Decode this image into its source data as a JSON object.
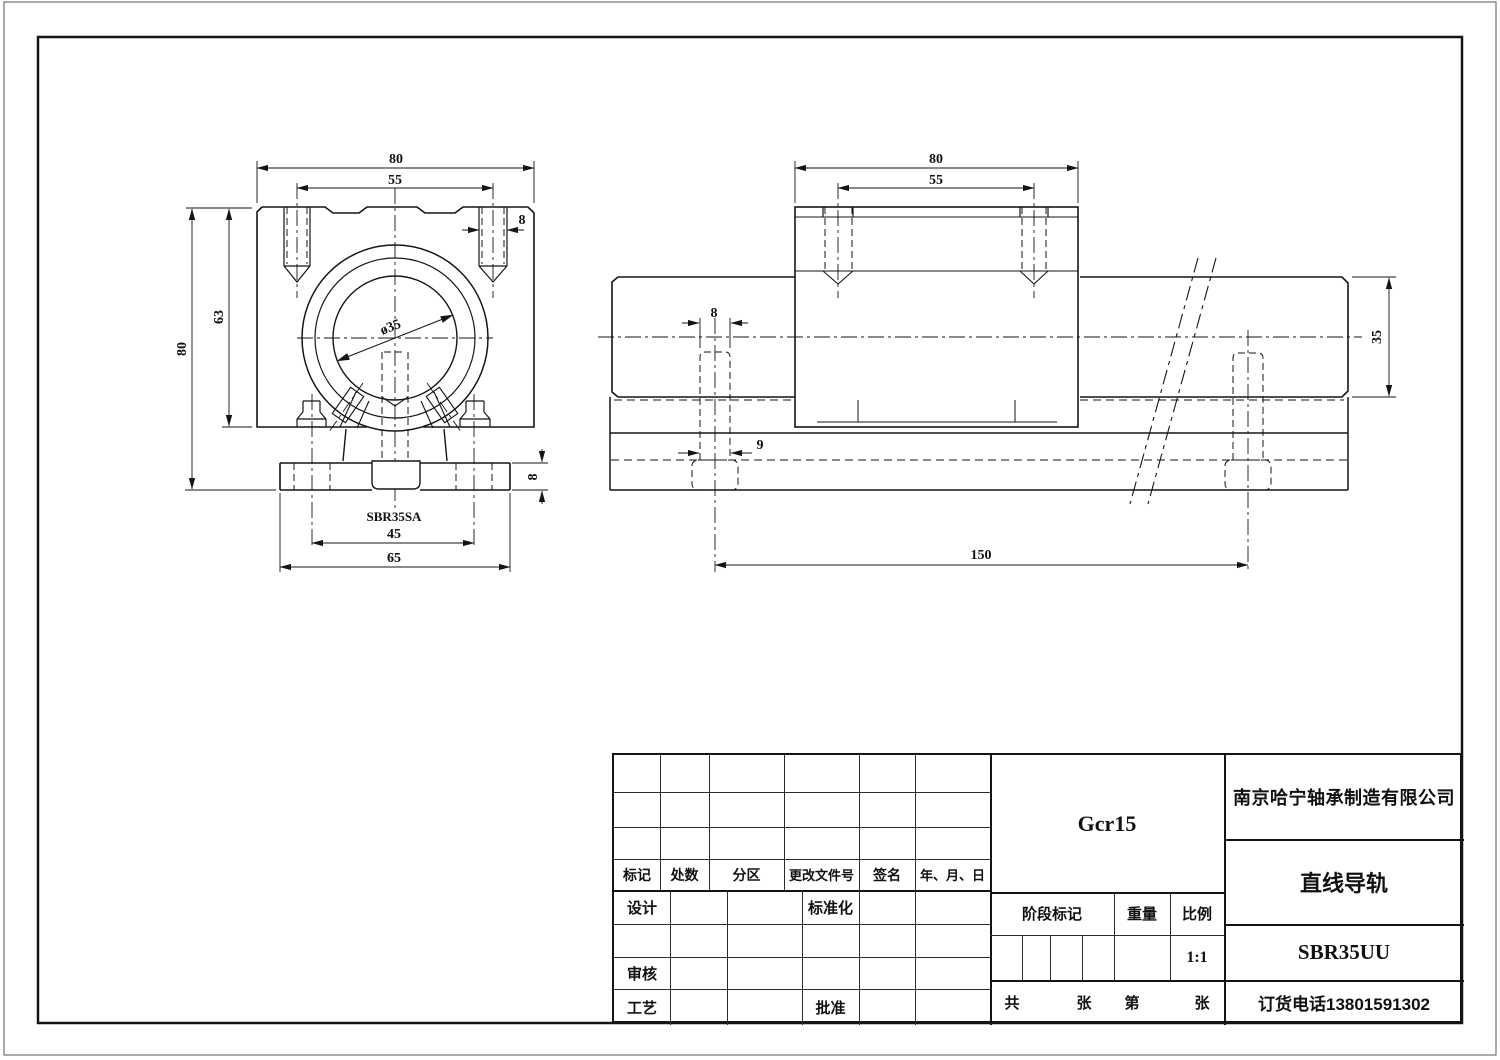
{
  "drawing": {
    "front_view": {
      "part_label": "SBR35SA",
      "dims": {
        "top_width": "80",
        "top_hole_span": "55",
        "top_hole_dia": "8",
        "inner_height": "63",
        "total_height": "80",
        "bore_dia": "ø35",
        "base_hole_span": "45",
        "base_width": "65",
        "base_height": "8"
      }
    },
    "side_view": {
      "dims": {
        "top_width": "80",
        "top_hole_span": "55",
        "rail_hole_dia": "8",
        "rail_counterbore": "9",
        "hole_pitch": "150",
        "shaft_dia": "35"
      }
    }
  },
  "title_block": {
    "company": "南京哈宁轴承制造有限公司",
    "product_name": "直线导轨",
    "model": "SBR35UU",
    "order_phone": "订货电话13801591302",
    "material": "Gcr15",
    "scale_value": "1:1",
    "labels": {
      "mark": "标记",
      "changes": "处数",
      "zone": "分区",
      "change_file_no": "更改文件号",
      "signature": "签名",
      "date": "年、月、日",
      "design": "设计",
      "standardization": "标准化",
      "review": "审核",
      "process": "工艺",
      "approve": "批准",
      "stage_mark": "阶段标记",
      "weight": "重量",
      "scale": "比例",
      "sheet_total": "共",
      "sheet_unit_a": "张",
      "sheet_index": "第",
      "sheet_unit_b": "张"
    }
  }
}
